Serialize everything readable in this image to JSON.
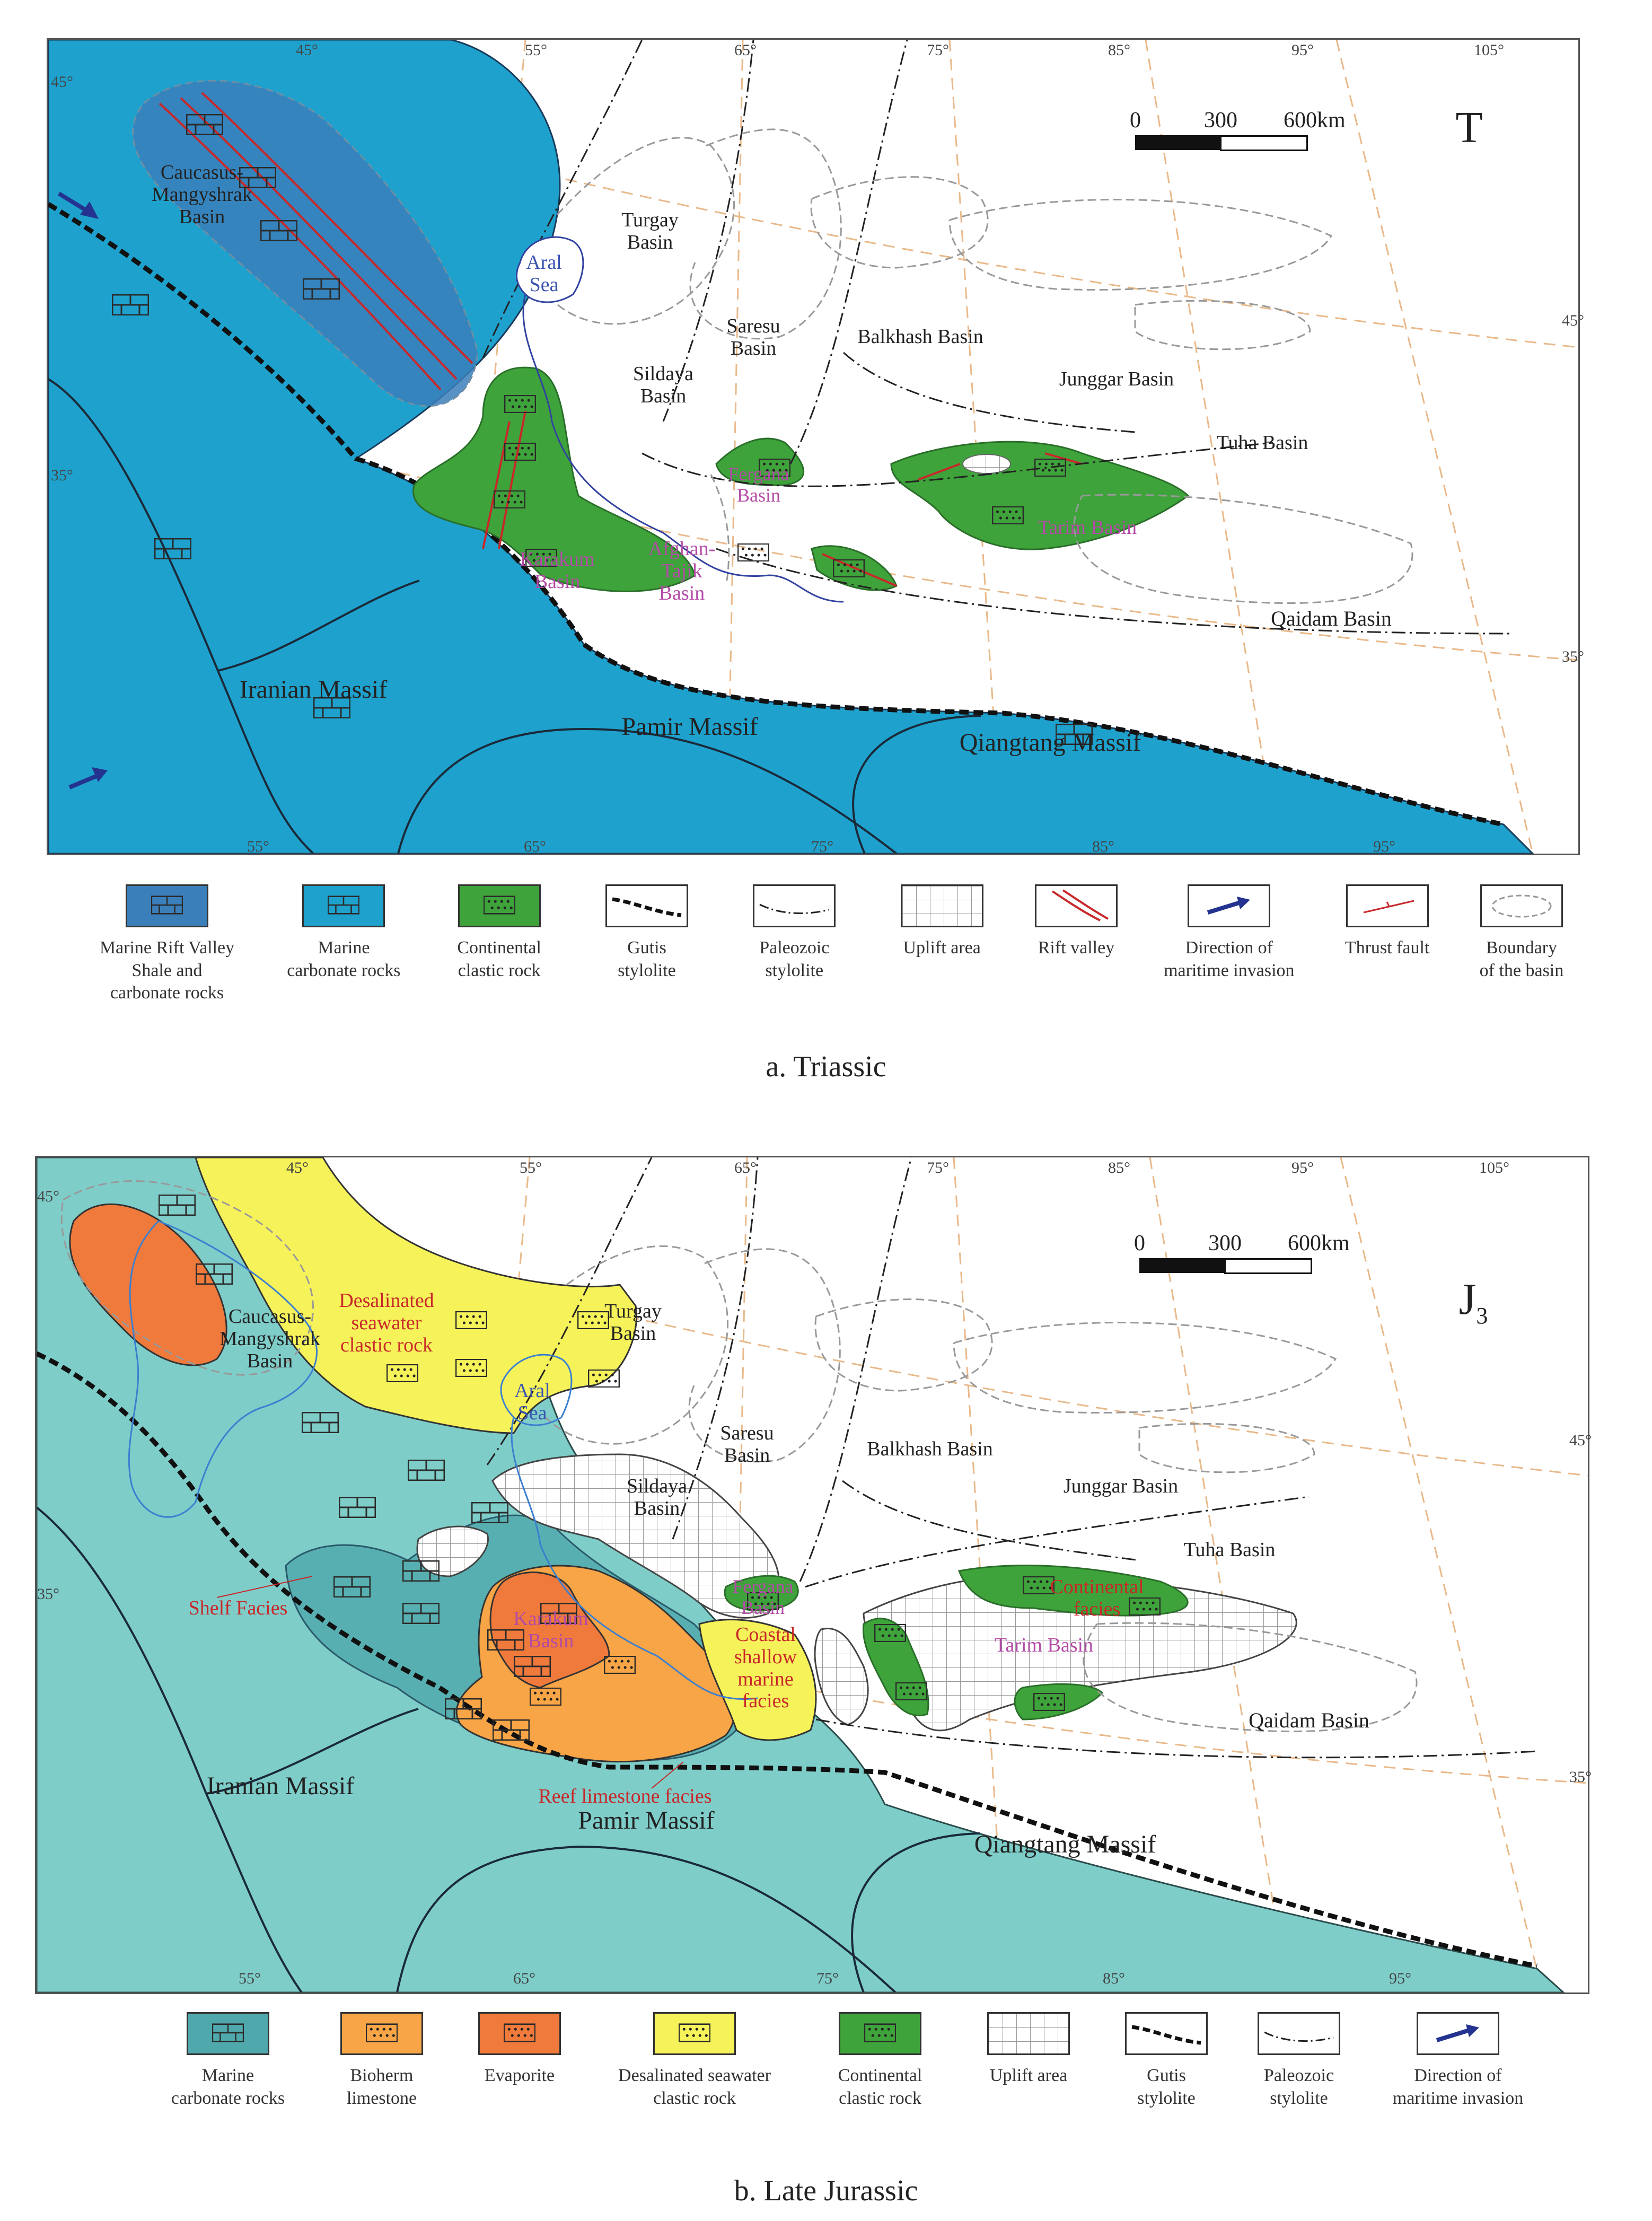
{
  "colors": {
    "marine_carbonate_triassic": "#1ea2cd",
    "rift_valley": "#3b8bc4",
    "continental": "#3ea33a",
    "marine_carbonate_jurassic": "#7ecdc9",
    "bioherm": "#f7a546",
    "evaporite": "#ef7a3c",
    "desalinated": "#f6f25a",
    "boundary_line": "#999999",
    "fault_red": "#c8282a",
    "arrow_blue": "#23338f",
    "grid_dash": "#e9b98a"
  },
  "panel_a": {
    "caption": "a. Triassic",
    "map_symbol": "T",
    "scale": {
      "labels": [
        "0",
        "300",
        "600km"
      ]
    },
    "top_longitudes": [
      "45°",
      "55°",
      "65°",
      "75°",
      "85°",
      "95°",
      "105°"
    ],
    "bottom_longitudes": [
      "55°",
      "65°",
      "75°",
      "85°",
      "95°"
    ],
    "left_latitudes": [
      "45°",
      "35°"
    ],
    "right_latitudes": [
      "45°",
      "35°"
    ],
    "labels": {
      "caucasus": "Caucasus-\nMangyshrak\nBasin",
      "aral": "Aral\nSea",
      "turgay": "Turgay\nBasin",
      "saresu": "Saresu\nBasin",
      "sildaya": "Sildaya\nBasin",
      "balkhash": "Balkhash Basin",
      "junggar": "Junggar Basin",
      "tuha": "Tuha Basin",
      "fergana": "Fergana\nBasin",
      "karakum": "Karakum\nBasin",
      "afghan": "Afghan-\nTajik\nBasin",
      "tarim": "Tarim Basin",
      "qaidam": "Qaidam Basin",
      "iranian": "Iranian Massif",
      "pamir": "Pamir Massif",
      "qiangtang": "Qiangtang Massif"
    },
    "legend": [
      {
        "name": "rift",
        "text": "Marine Rift Valley\nShale and\ncarbonate rocks"
      },
      {
        "name": "marine-carbonate",
        "text": "Marine\ncarbonate rocks"
      },
      {
        "name": "continental",
        "text": "Continental\nclastic rock"
      },
      {
        "name": "gutis",
        "text": "Gutis\nstylolite"
      },
      {
        "name": "paleozoic",
        "text": "Paleozoic\nstylolite"
      },
      {
        "name": "uplift",
        "text": "Uplift area"
      },
      {
        "name": "rift-valley",
        "text": "Rift valley"
      },
      {
        "name": "invasion",
        "text": "Direction of\nmaritime invasion"
      },
      {
        "name": "thrust",
        "text": "Thrust fault"
      },
      {
        "name": "basin-boundary",
        "text": "Boundary\nof the basin"
      }
    ]
  },
  "panel_b": {
    "caption": "b. Late Jurassic",
    "map_symbol": "J",
    "map_symbol_sub": "3",
    "scale": {
      "labels": [
        "0",
        "300",
        "600km"
      ]
    },
    "top_longitudes": [
      "45°",
      "55°",
      "65°",
      "75°",
      "85°",
      "95°",
      "105°"
    ],
    "bottom_longitudes": [
      "55°",
      "65°",
      "75°",
      "85°",
      "95°"
    ],
    "left_latitudes": [
      "45°",
      "35°"
    ],
    "right_latitudes": [
      "45°",
      "35°"
    ],
    "labels": {
      "caucasus": "Caucasus-\nMangyshrak\nBasin",
      "desalinated": "Desalinated\nseawater\nclastic rock",
      "turgay": "Turgay\nBasin",
      "aral": "Aral\nSea",
      "saresu": "Saresu\nBasin",
      "sildaya": "Sildaya\nBasin",
      "balkhash": "Balkhash Basin",
      "junggar": "Junggar Basin",
      "tuha": "Tuha Basin",
      "fergana": "Fergana\nBasin",
      "karakum": "Karakum\nBasin",
      "coastal": "Coastal\nshallow\nmarine\nfacies",
      "continental_facies": "Continental\nfacies",
      "tarim": "Tarim Basin",
      "qaidam": "Qaidam Basin",
      "shelf": "Shelf Facies",
      "reef": "Reef limestone facies",
      "iranian": "Iranian Massif",
      "pamir": "Pamir Massif",
      "qiangtang": "Qiangtang Massif"
    },
    "legend": [
      {
        "name": "marine-carbonate",
        "text": "Marine\ncarbonate rocks"
      },
      {
        "name": "bioherm",
        "text": "Bioherm\nlimestone"
      },
      {
        "name": "evaporite",
        "text": "Evaporite"
      },
      {
        "name": "desalinated",
        "text": "Desalinated seawater\nclastic rock"
      },
      {
        "name": "continental",
        "text": "Continental\nclastic rock"
      },
      {
        "name": "uplift",
        "text": "Uplift area"
      },
      {
        "name": "gutis",
        "text": "Gutis\nstylolite"
      },
      {
        "name": "paleozoic",
        "text": "Paleozoic\nstylolite"
      },
      {
        "name": "invasion",
        "text": "Direction of\nmaritime invasion"
      }
    ]
  }
}
